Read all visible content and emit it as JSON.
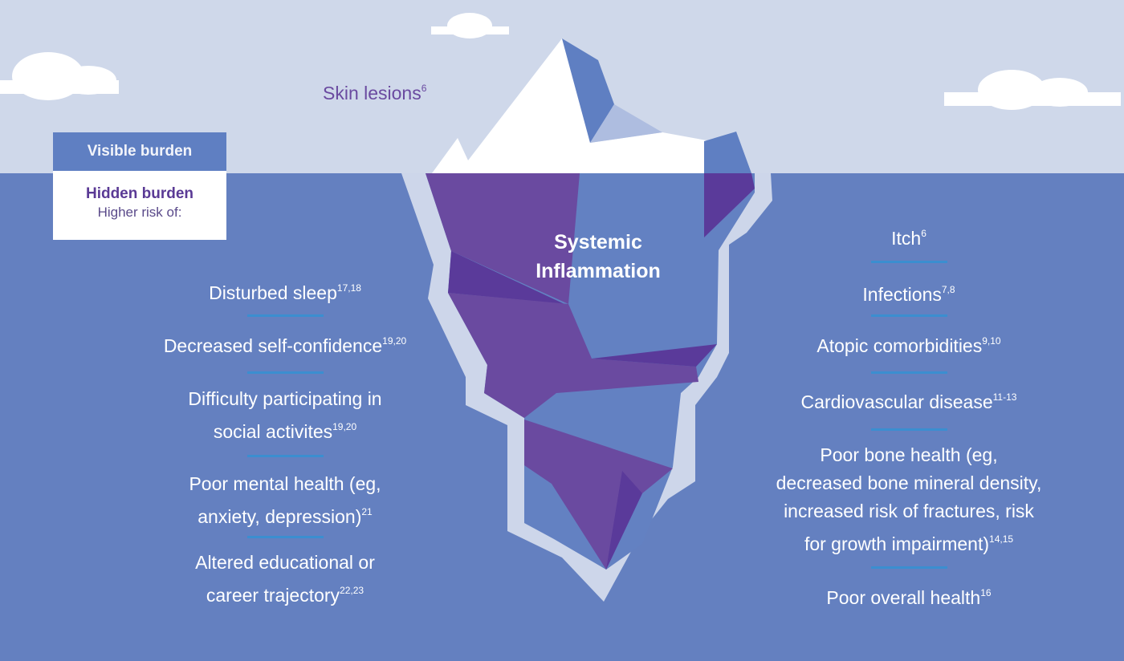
{
  "legend": {
    "visible": "Visible burden",
    "hidden": "Hidden burden",
    "higher_risk": "Higher risk of:"
  },
  "top": {
    "label": "Skin lesions",
    "ref": "6"
  },
  "center": {
    "line1": "Systemic",
    "line2": "Inflammation"
  },
  "left": [
    {
      "lines": [
        "Disturbed sleep"
      ],
      "ref": "17,18"
    },
    {
      "lines": [
        "Decreased self-confidence"
      ],
      "ref": "19,20"
    },
    {
      "lines": [
        "Difficulty participating in",
        "social activites"
      ],
      "ref": "19,20"
    },
    {
      "lines": [
        "Poor mental health (eg,",
        "anxiety, depression)"
      ],
      "ref": "21"
    },
    {
      "lines": [
        "Altered educational or",
        "career trajectory"
      ],
      "ref": "22,23"
    }
  ],
  "right": [
    {
      "lines": [
        "Itch"
      ],
      "ref": "6"
    },
    {
      "lines": [
        "Infections"
      ],
      "ref": "7,8"
    },
    {
      "lines": [
        "Atopic comorbidities"
      ],
      "ref": "9,10"
    },
    {
      "lines": [
        "Cardiovascular disease"
      ],
      "ref": "11-13"
    },
    {
      "lines": [
        "Poor bone health (eg,",
        "decreased bone mineral density,",
        "increased risk of fractures, risk",
        "for growth impairment)"
      ],
      "ref": "14,15"
    },
    {
      "lines": [
        "Poor overall health"
      ],
      "ref": "16"
    }
  ],
  "colors": {
    "sky": "#cfd8ea",
    "water": "#6480c0",
    "purple": "#6a4aa0",
    "dark_purple": "#5a3a9a",
    "separator": "#3b8ed0"
  }
}
